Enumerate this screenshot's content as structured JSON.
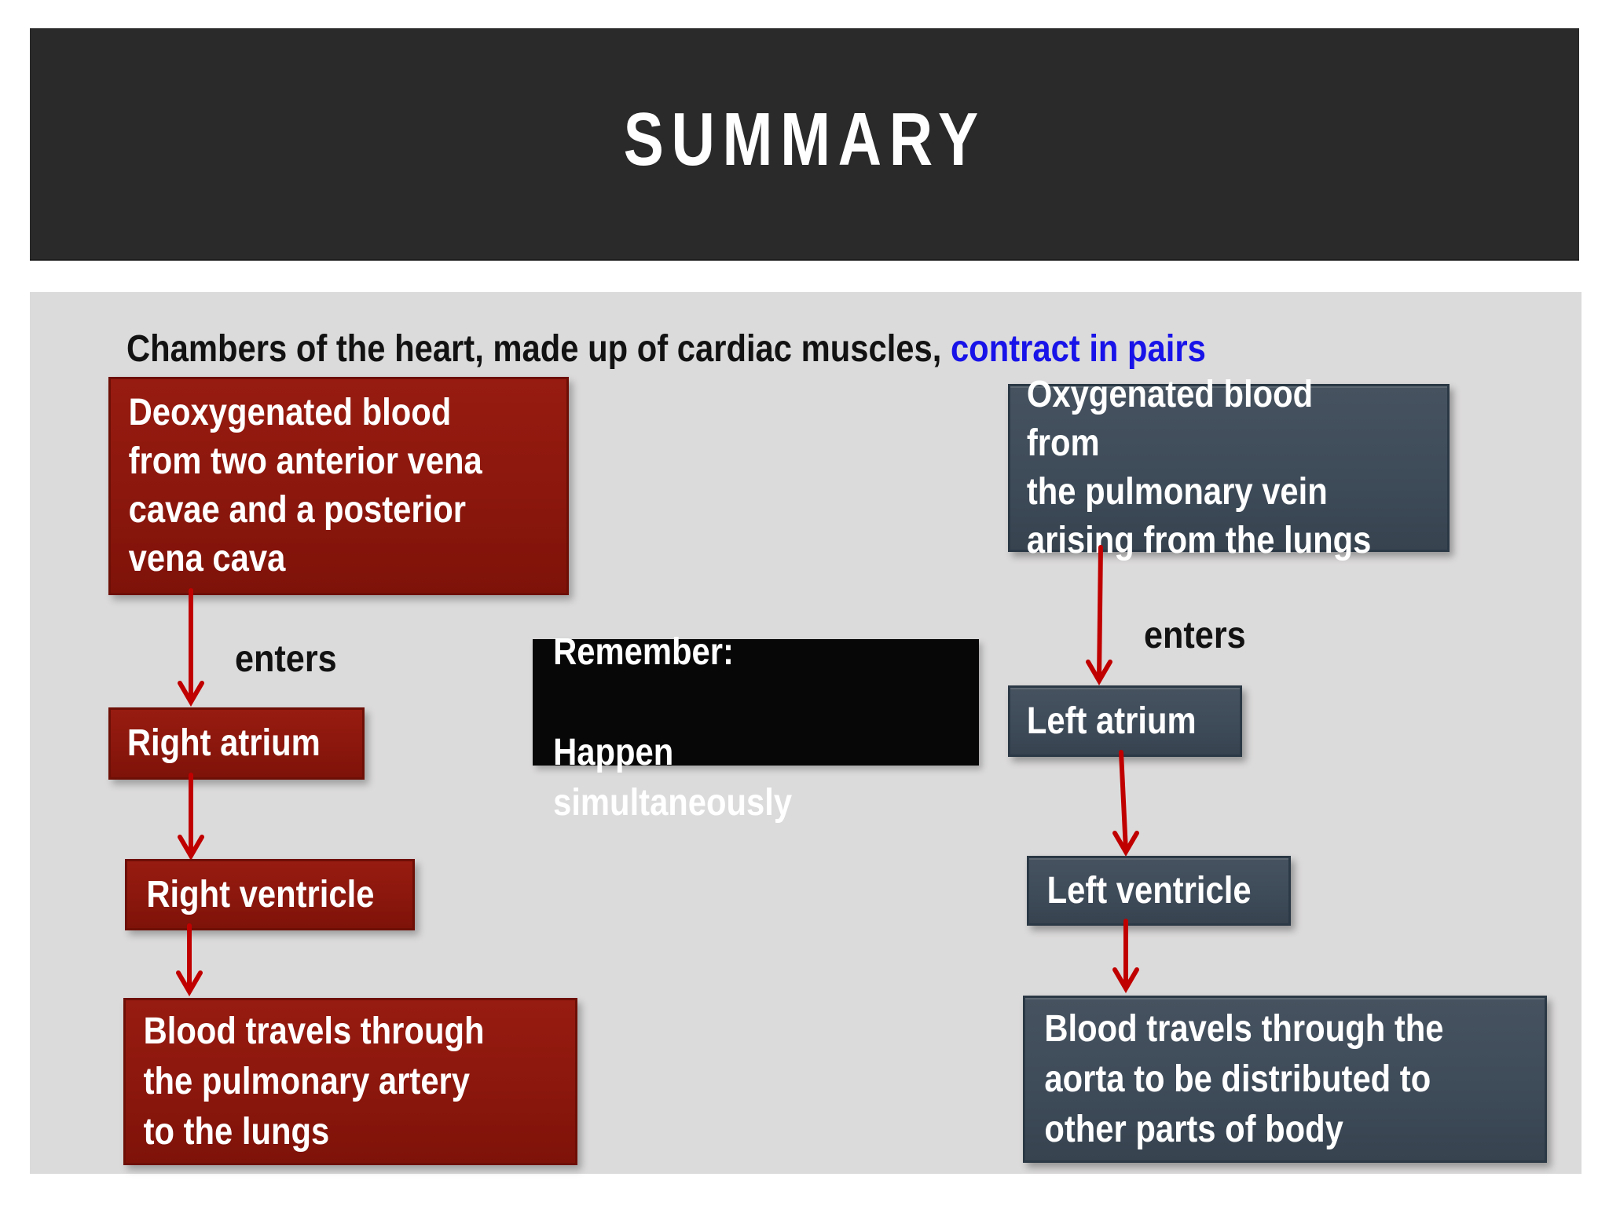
{
  "slide": {
    "header": {
      "title": "SUMMARY"
    },
    "intro": {
      "prefix": "Chambers of the heart, made up of cardiac muscles, ",
      "highlight": "contract in pairs"
    },
    "left_flow": {
      "source": "Deoxygenated blood\nfrom two anterior vena\ncavae and a posterior\nvena cava",
      "enters": "enters",
      "step1": "Right atrium",
      "step2": "Right ventricle",
      "outcome": "Blood travels through\nthe pulmonary artery\nto the lungs"
    },
    "right_flow": {
      "source": "Oxygenated blood from\nthe pulmonary vein\narising from the lungs",
      "enters": "enters",
      "step1": "Left atrium",
      "step2": "Left ventricle",
      "outcome": "Blood travels through the\naorta to be distributed to\nother parts of body"
    },
    "note": {
      "line1": "Remember:",
      "line2": "Happen simultaneously"
    },
    "colors": {
      "header_bg": "#2A2A2A",
      "canvas_bg": "#DCDBDB",
      "red_box": "#8B170D",
      "red_box_border": "#6E0F06",
      "slate_box": "#3E4B59",
      "slate_box_border": "#2B3845",
      "note_bg": "#070707",
      "arrow_red": "#C00000",
      "highlight_blue": "#1813E8",
      "text_light": "#FFFFFF",
      "text_dark": "#121212"
    }
  }
}
